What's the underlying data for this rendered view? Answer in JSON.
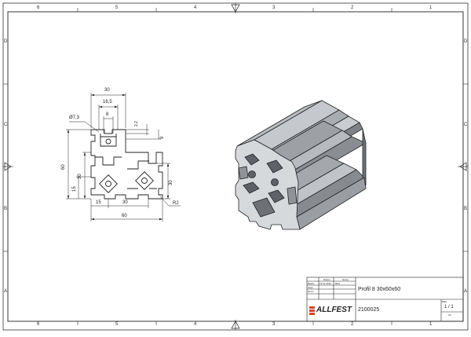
{
  "frame": {
    "columns_top": [
      "6",
      "5",
      "4",
      "3",
      "2",
      "1"
    ],
    "columns_bottom": [
      "6",
      "5",
      "4",
      "3",
      "2",
      "1"
    ],
    "rows_left": [
      "D",
      "C",
      "B",
      "A"
    ],
    "rows_right": [
      "D",
      "C",
      "B",
      "A"
    ]
  },
  "dimensions": {
    "width_top": "30",
    "slot_outer": "16,5",
    "slot_inner": "8",
    "bore_diameter": "Ø7,3",
    "lip_thickness": "2,2",
    "groove_depth": "9",
    "overall_height": "60",
    "inner_height": "30",
    "bottom_offset": "15",
    "right_height": "30",
    "bottom_left": "15",
    "bottom_mid": "30",
    "radius": "R2",
    "overall_width": "60"
  },
  "title_block": {
    "header_datum": "Datum",
    "header_name": "Name",
    "row1_label": "Bearb.",
    "row1_date": "13.11.2019",
    "row1_name": "RKA",
    "row2_label": "Gepr.",
    "row3_label": "Norm",
    "title": "Profil 8 30x60x60",
    "logo_text": "ALLFEST",
    "part_number": "2100025",
    "sheet_label": "Blatt",
    "sheet_value": "1 / 1",
    "format": "A3"
  },
  "colors": {
    "line": "#222222",
    "profile_light": "#b8bcc0",
    "profile_mid": "#8f9398",
    "profile_dark": "#5e6166",
    "logo_red": "#d8452b"
  }
}
